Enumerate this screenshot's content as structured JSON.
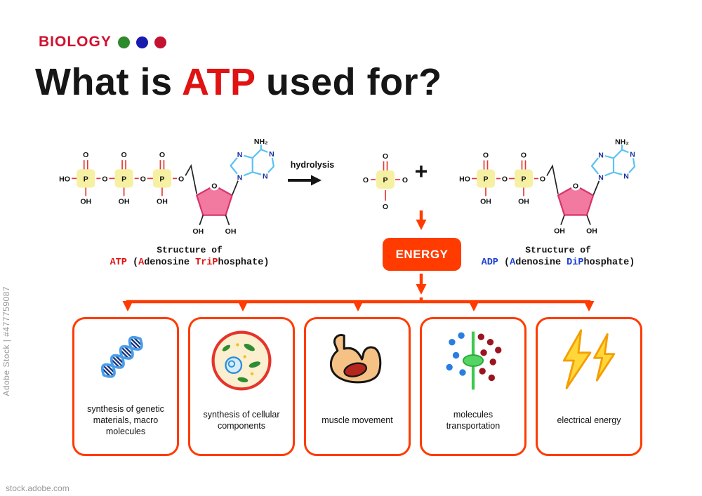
{
  "watermark": {
    "side": "Adobe Stock | #477759087",
    "bottom": "stock.adobe.com"
  },
  "header": {
    "category": "BIOLOGY"
  },
  "title": {
    "pre": "What is ",
    "highlight": "ATP",
    "post": " used for?"
  },
  "chem": {
    "HO": "HO",
    "OH": "OH",
    "O": "O",
    "P": "P",
    "N": "N",
    "NH2": "NH₂"
  },
  "reaction": {
    "hydrolysis": "hydrolysis",
    "plus": "+",
    "energy": "ENERGY",
    "atp_caption": {
      "line1": "Structure of",
      "seg1": "ATP",
      "seg2": " (",
      "seg3": "A",
      "seg4": "denosine ",
      "seg5": "TriP",
      "seg6": "hosphate)"
    },
    "adp_caption": {
      "line1": "Structure of",
      "seg1": "ADP",
      "seg2": " (",
      "seg3": "A",
      "seg4": "denosine ",
      "seg5": "DiP",
      "seg6": "hosphate)"
    }
  },
  "boxes": [
    {
      "icon": "dna-icon",
      "label": "synthesis of genetic materials, macro molecules"
    },
    {
      "icon": "cell-icon",
      "label": "synthesis of cellular components"
    },
    {
      "icon": "muscle-icon",
      "label": "muscle movement"
    },
    {
      "icon": "transport-icon",
      "label": "molecules transportation"
    },
    {
      "icon": "lightning-icon",
      "label": "electrical energy"
    }
  ],
  "colors": {
    "accent": "#ff3b00",
    "atp_red": "#e01212",
    "adp_blue": "#1b3fd0",
    "bond_red": "#e53935",
    "phosphate_yellow": "#f6f0a3",
    "sugar_pink": "#f2799f",
    "adenine_blue": "#5bc2f2",
    "dot_green": "#2d8a2d",
    "dot_blue": "#1a1aae",
    "dot_red": "#c41230"
  }
}
